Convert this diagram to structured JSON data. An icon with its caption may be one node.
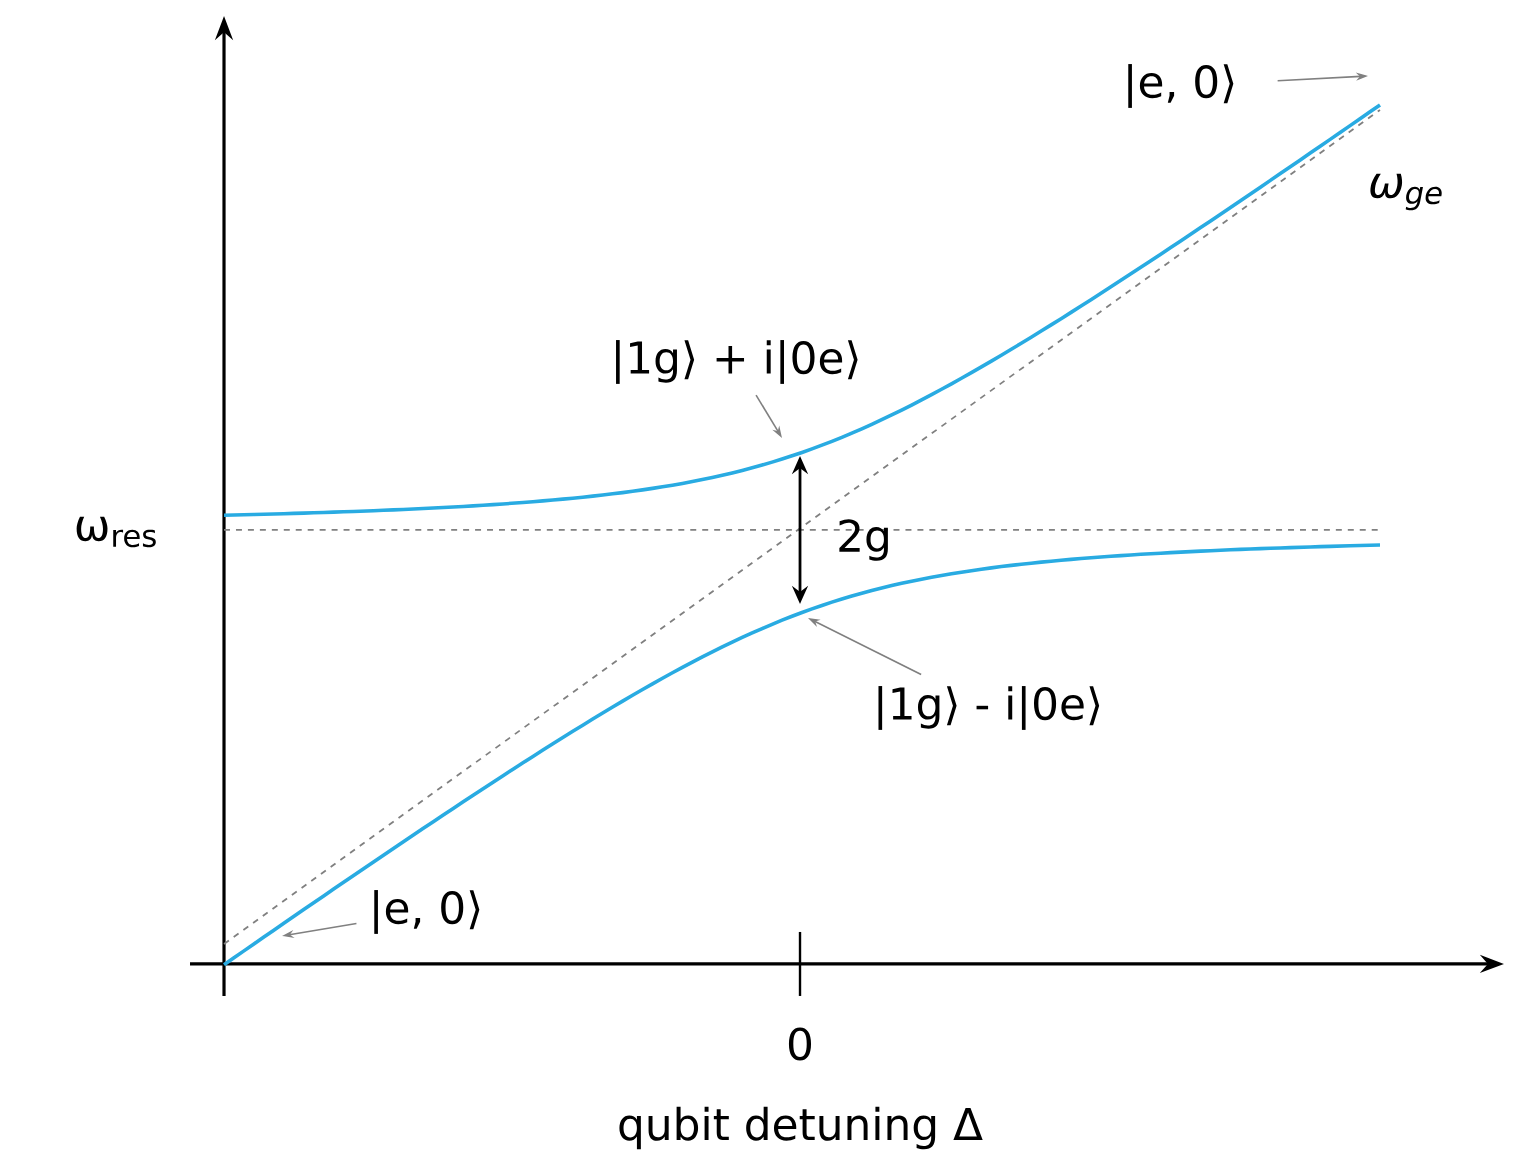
{
  "diagram": {
    "nodes": [
      {
        "text": [
          "|e, 0⟩"
        ]
      },
      {
        "text": [
          "|1g⟩ + i|0e⟩"
        ]
      },
      {
        "text": [
          "|1g⟩ - i|0e⟩"
        ]
      },
      {
        "text": [
          "|e, 0⟩"
        ]
      }
    ],
    "edges": [
      {
        "from": 0,
        "to": null,
        "arrow": "to"
      },
      {
        "from": 1,
        "to": null,
        "arrow": "to"
      },
      {
        "from": 2,
        "to": null,
        "arrow": "to"
      },
      {
        "from": 3,
        "to": null,
        "arrow": "to"
      }
    ],
    "labels": [
      "ω$_{ge}$",
      "ω$_{res}$",
      "2g",
      "0",
      "qubit detuning Δ"
    ]
  }
}
